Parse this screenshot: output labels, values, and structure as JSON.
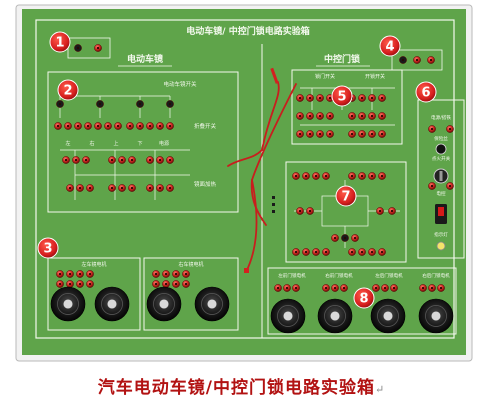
{
  "board": {
    "title": "电动车镜/ 中控门锁电路实验箱",
    "colors": {
      "board": "#5fa44a",
      "board_dark": "#3f7c32",
      "line": "#f4f9ee",
      "badge": "#d71f1f",
      "jack": "#c8261f"
    }
  },
  "sections": {
    "left_heading": "电动车镜",
    "right_heading": "中控门锁"
  },
  "badges": [
    "1",
    "2",
    "3",
    "4",
    "5",
    "6",
    "7",
    "8"
  ],
  "panel2": {
    "header": "电动车镜开关",
    "row_labels": [
      "左",
      "右",
      "上",
      "下",
      "电源"
    ],
    "side_label_1": "折叠开关",
    "side_label_2": "镜面加热"
  },
  "panel3": {
    "label_left": "左车镜电机",
    "label_right": "右车镜电机"
  },
  "panel5": {
    "label_left": "锁门开关",
    "label_right": "开锁开关"
  },
  "panel6": {
    "label_1": "电源/搭铁",
    "label_2": "保险丝",
    "label_3": "点火开关",
    "label_4": "电控",
    "label_5": "指示灯"
  },
  "panel8": {
    "labels": [
      "左前门锁电机",
      "右前门锁电机",
      "左后门锁电机",
      "右后门锁电机"
    ]
  },
  "caption": "汽车电动车镜/中控门锁电路实验箱",
  "caption_mark": "↵"
}
